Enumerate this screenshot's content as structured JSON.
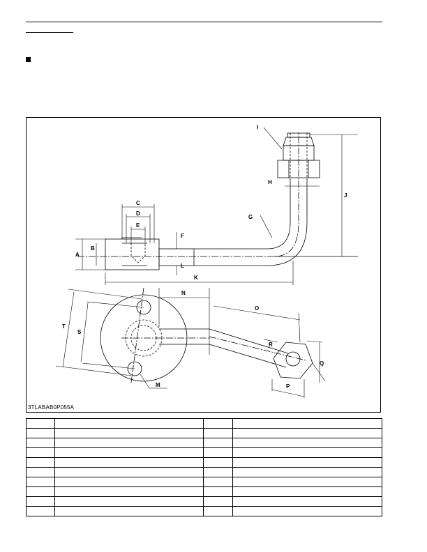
{
  "figure": {
    "code": "3TLABAB0P055A",
    "labels": [
      "A",
      "B",
      "C",
      "D",
      "E",
      "F",
      "G",
      "H",
      "I",
      "J",
      "K",
      "L",
      "M",
      "N",
      "O",
      "P",
      "Q",
      "R",
      "S",
      "T"
    ]
  },
  "spec_table": {
    "rows": [
      [
        "",
        "",
        "",
        ""
      ],
      [
        "",
        "",
        "",
        ""
      ],
      [
        "",
        "",
        "",
        ""
      ],
      [
        "",
        "",
        "",
        ""
      ],
      [
        "",
        "",
        "",
        ""
      ],
      [
        "",
        "",
        "",
        ""
      ],
      [
        "",
        "",
        "",
        ""
      ],
      [
        "",
        "",
        "",
        ""
      ],
      [
        "",
        "",
        "",
        ""
      ],
      [
        "",
        "",
        "",
        ""
      ]
    ]
  }
}
